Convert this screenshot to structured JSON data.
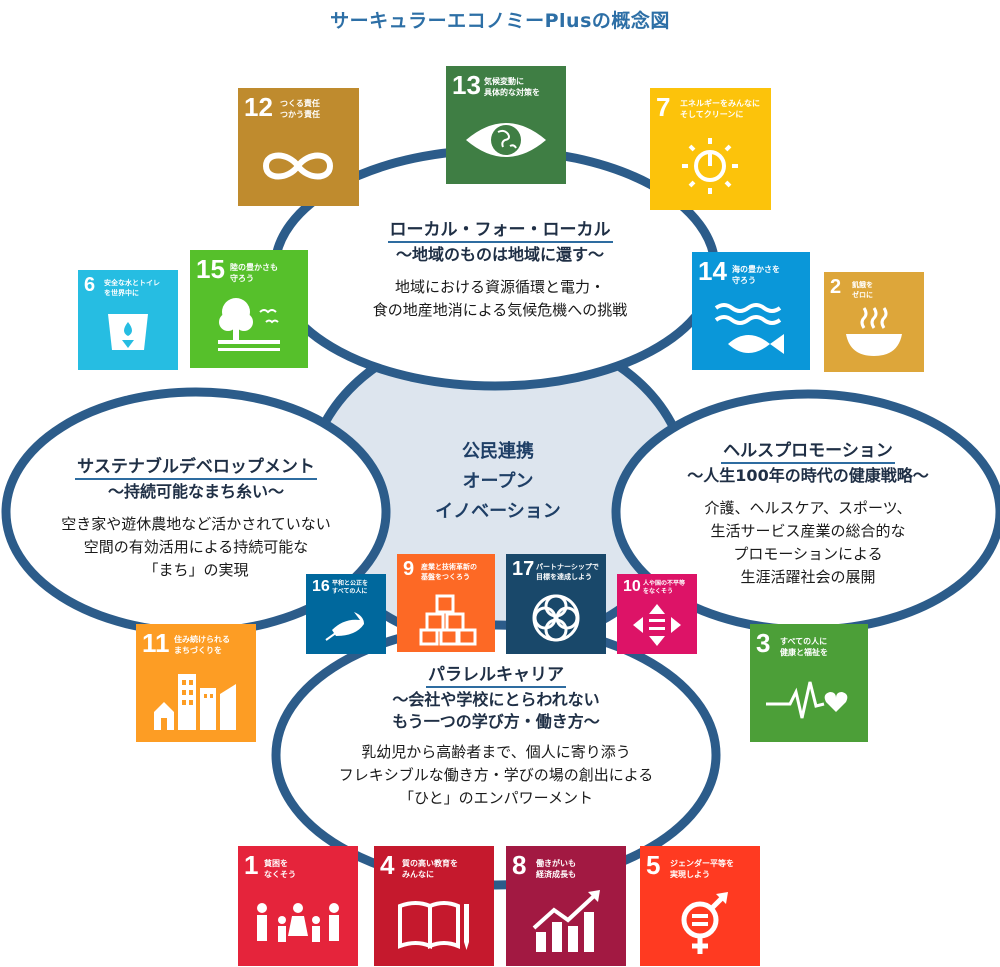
{
  "title": "サーキュラーエコノミーPlusの概念図",
  "center": {
    "lines": [
      "公民連携",
      "オープン",
      "イノベーション"
    ]
  },
  "top_circle": {
    "heading": "ローカル・フォー・ローカル",
    "sub": "〜地域のものは地域に還す〜",
    "body": [
      "地域における資源循環と電力・",
      "食の地産地消による気候危機への挑戦"
    ]
  },
  "left_circle": {
    "heading": "サステナブルデベロップメント",
    "sub": "〜持続可能なまち糸い〜",
    "body": [
      "空き家や遊休農地など活かされていない",
      "空間の有効活用による持続可能な",
      "「まち」の実現"
    ]
  },
  "right_circle": {
    "heading": "ヘルスプロモーション",
    "sub": "〜人生100年の時代の健康戦略〜",
    "body": [
      "介護、ヘルスケア、スポーツ、",
      "生活サービス産業の総合的な",
      "プロモーションによる",
      "生涯活躍社会の展開"
    ]
  },
  "bottom_circle": {
    "heading": "パラレルキャリア",
    "sub": [
      "〜会社や学校にとらわれない",
      "もう一つの学び方・働き方〜"
    ],
    "body": [
      "乳幼児から高齢者まで、個人に寄り添う",
      "フレキシブルな働き方・学びの場の創出による",
      "「ひと」のエンパワーメント"
    ]
  },
  "sdgs": [
    {
      "num": "13",
      "lines": [
        "気候変動に",
        "具体的な対策を"
      ],
      "color": "#3f7e44",
      "icon": "eye-earth-icon"
    },
    {
      "num": "12",
      "lines": [
        "つくる責任",
        "つかう責任"
      ],
      "color": "#bf8b2e",
      "icon": "infinity-icon"
    },
    {
      "num": "7",
      "lines": [
        "エネルギーをみんなに",
        "そしてクリーンに"
      ],
      "color": "#fcc30b",
      "icon": "sun-power-icon"
    },
    {
      "num": "15",
      "lines": [
        "陸の豊かさも",
        "守ろう"
      ],
      "color": "#56c02b",
      "icon": "tree-icon"
    },
    {
      "num": "6",
      "lines": [
        "安全な水とトイレ",
        "を世界中に"
      ],
      "color": "#26bde2",
      "icon": "water-icon"
    },
    {
      "num": "14",
      "lines": [
        "海の豊かさを",
        "守ろう"
      ],
      "color": "#0a97d9",
      "icon": "fish-icon"
    },
    {
      "num": "2",
      "lines": [
        "飢餓を",
        "ゼロに"
      ],
      "color": "#dda63a",
      "icon": "bowl-icon"
    },
    {
      "num": "16",
      "lines": [
        "平和と公正を",
        "すべての人に"
      ],
      "color": "#00689d",
      "icon": "dove-icon"
    },
    {
      "num": "9",
      "lines": [
        "産業と技術革新の",
        "基盤をつくろう"
      ],
      "color": "#fd6925",
      "icon": "cubes-icon"
    },
    {
      "num": "17",
      "lines": [
        "パートナーシップで",
        "目標を達成しよう"
      ],
      "color": "#19486a",
      "icon": "rings-icon"
    },
    {
      "num": "10",
      "lines": [
        "人や国の不平等",
        "をなくそう"
      ],
      "color": "#dd1367",
      "icon": "equality-icon"
    },
    {
      "num": "11",
      "lines": [
        "住み続けられる",
        "まちづくりを"
      ],
      "color": "#fd9d24",
      "icon": "city-icon"
    },
    {
      "num": "3",
      "lines": [
        "すべての人に",
        "健康と福祉を"
      ],
      "color": "#4c9f38",
      "icon": "heartbeat-icon"
    },
    {
      "num": "1",
      "lines": [
        "貧困を",
        "なくそう"
      ],
      "color": "#e5243b",
      "icon": "family-icon"
    },
    {
      "num": "4",
      "lines": [
        "質の高い教育を",
        "みんなに"
      ],
      "color": "#c5192d",
      "icon": "book-icon"
    },
    {
      "num": "8",
      "lines": [
        "働きがいも",
        "経済成長も"
      ],
      "color": "#a21942",
      "icon": "growth-chart-icon"
    },
    {
      "num": "5",
      "lines": [
        "ジェンダー平等を",
        "実現しよう"
      ],
      "color": "#ff3a21",
      "icon": "gender-icon"
    }
  ]
}
